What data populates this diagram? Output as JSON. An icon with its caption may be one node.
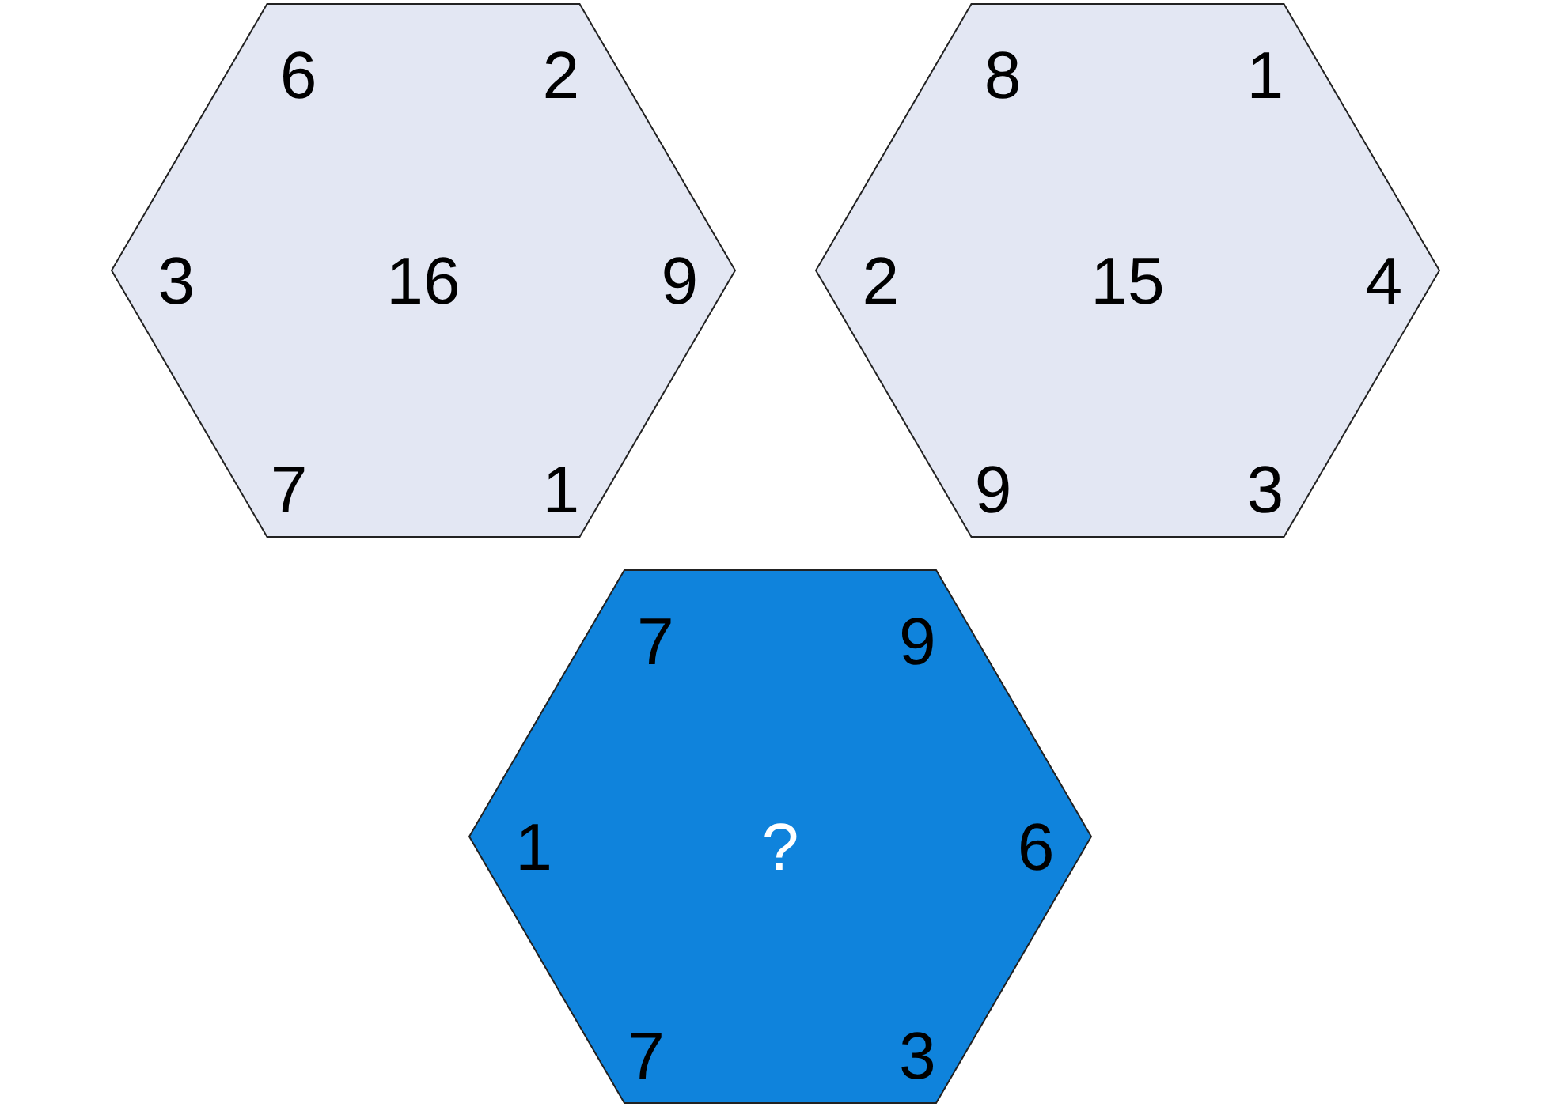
{
  "diagram": {
    "nodes": [
      {
        "text": [
          "6",
          "2",
          "3",
          "16",
          "9",
          "7",
          "1"
        ]
      },
      {
        "text": [
          "8",
          "1",
          "2",
          "15",
          "4",
          "9",
          "3"
        ]
      },
      {
        "text": [
          "7",
          "9",
          "1",
          "?",
          "6",
          "7",
          "3"
        ]
      }
    ],
    "edges": []
  }
}
